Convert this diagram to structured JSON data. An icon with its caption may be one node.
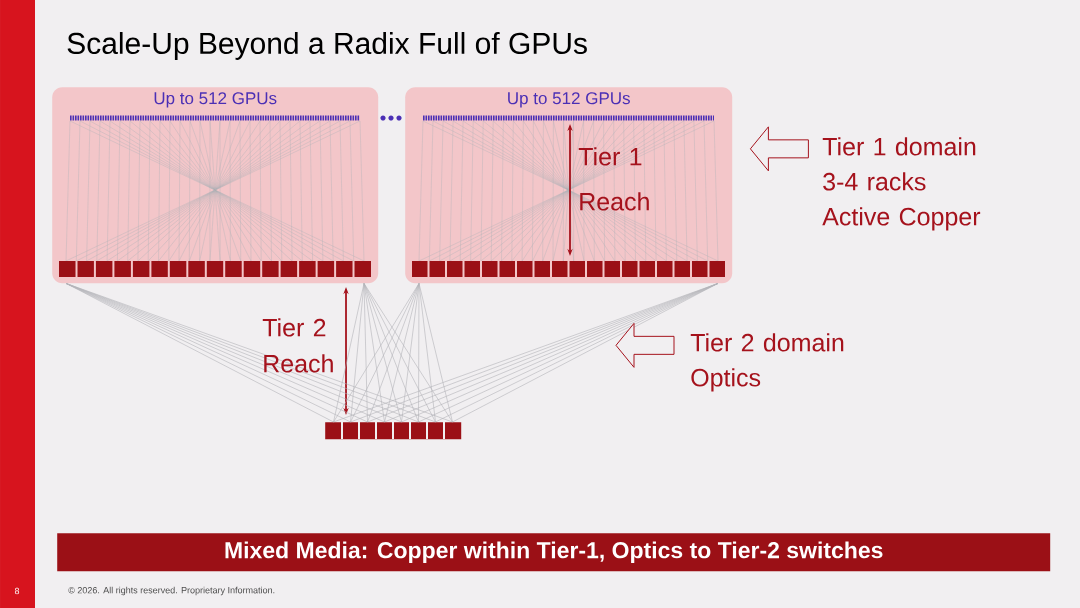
{
  "diagram": {
    "title": "Scale-Up Beyond a Radix Full of GPUs",
    "nodes": [
      {
        "text": [
          "Up to 512 GPUs"
        ]
      },
      {
        "text": [
          "Up to 512 GPUs"
        ]
      },
      {
        "text": [],
        "shape": "box"
      },
      {
        "text": [
          "Tier 1 domain 3-4 racks Active Copper"
        ]
      },
      {
        "text": [
          "Tier 2 domain Optics"
        ]
      },
      {
        "text": [
          "Mixed Media: Copper within Tier-1, Optics to Tier-2 switches"
        ]
      }
    ],
    "edges": [
      {
        "from": 0,
        "to": 2,
        "arrow": "none"
      },
      {
        "from": 1,
        "to": 2,
        "arrow": "none"
      },
      {
        "from": 3,
        "to": 1,
        "arrow": "to"
      },
      {
        "from": 4,
        "to": null,
        "arrow": "to"
      }
    ],
    "labels": [
      "Tier 1 Reach",
      "Tier 2 Reach",
      "8",
      "© 2026. All rights reserved. Proprietary Information."
    ]
  }
}
